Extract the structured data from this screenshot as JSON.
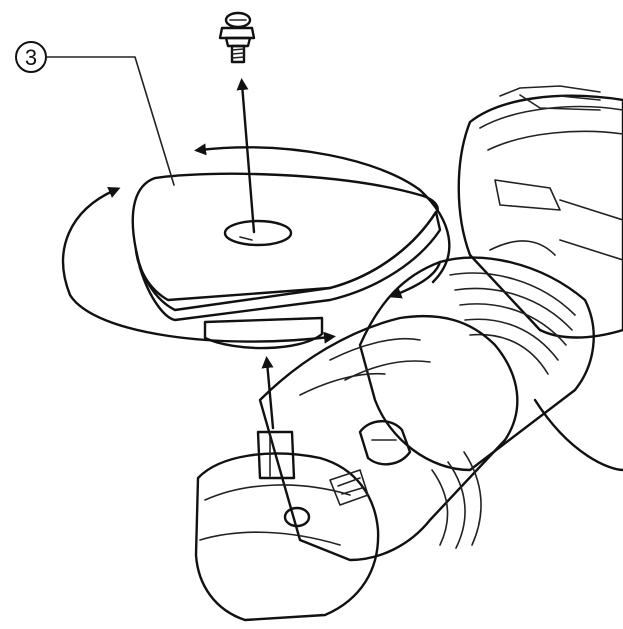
{
  "callout": {
    "number": "3"
  },
  "colors": {
    "pad": "#b4b4b4",
    "pad_edge": "#8f8f8f",
    "body": "#ffffff",
    "outline": "#111111"
  },
  "icons": {
    "screw": "screw-icon",
    "pad": "triangular-sanding-pad",
    "tool": "oscillating-multi-tool"
  }
}
